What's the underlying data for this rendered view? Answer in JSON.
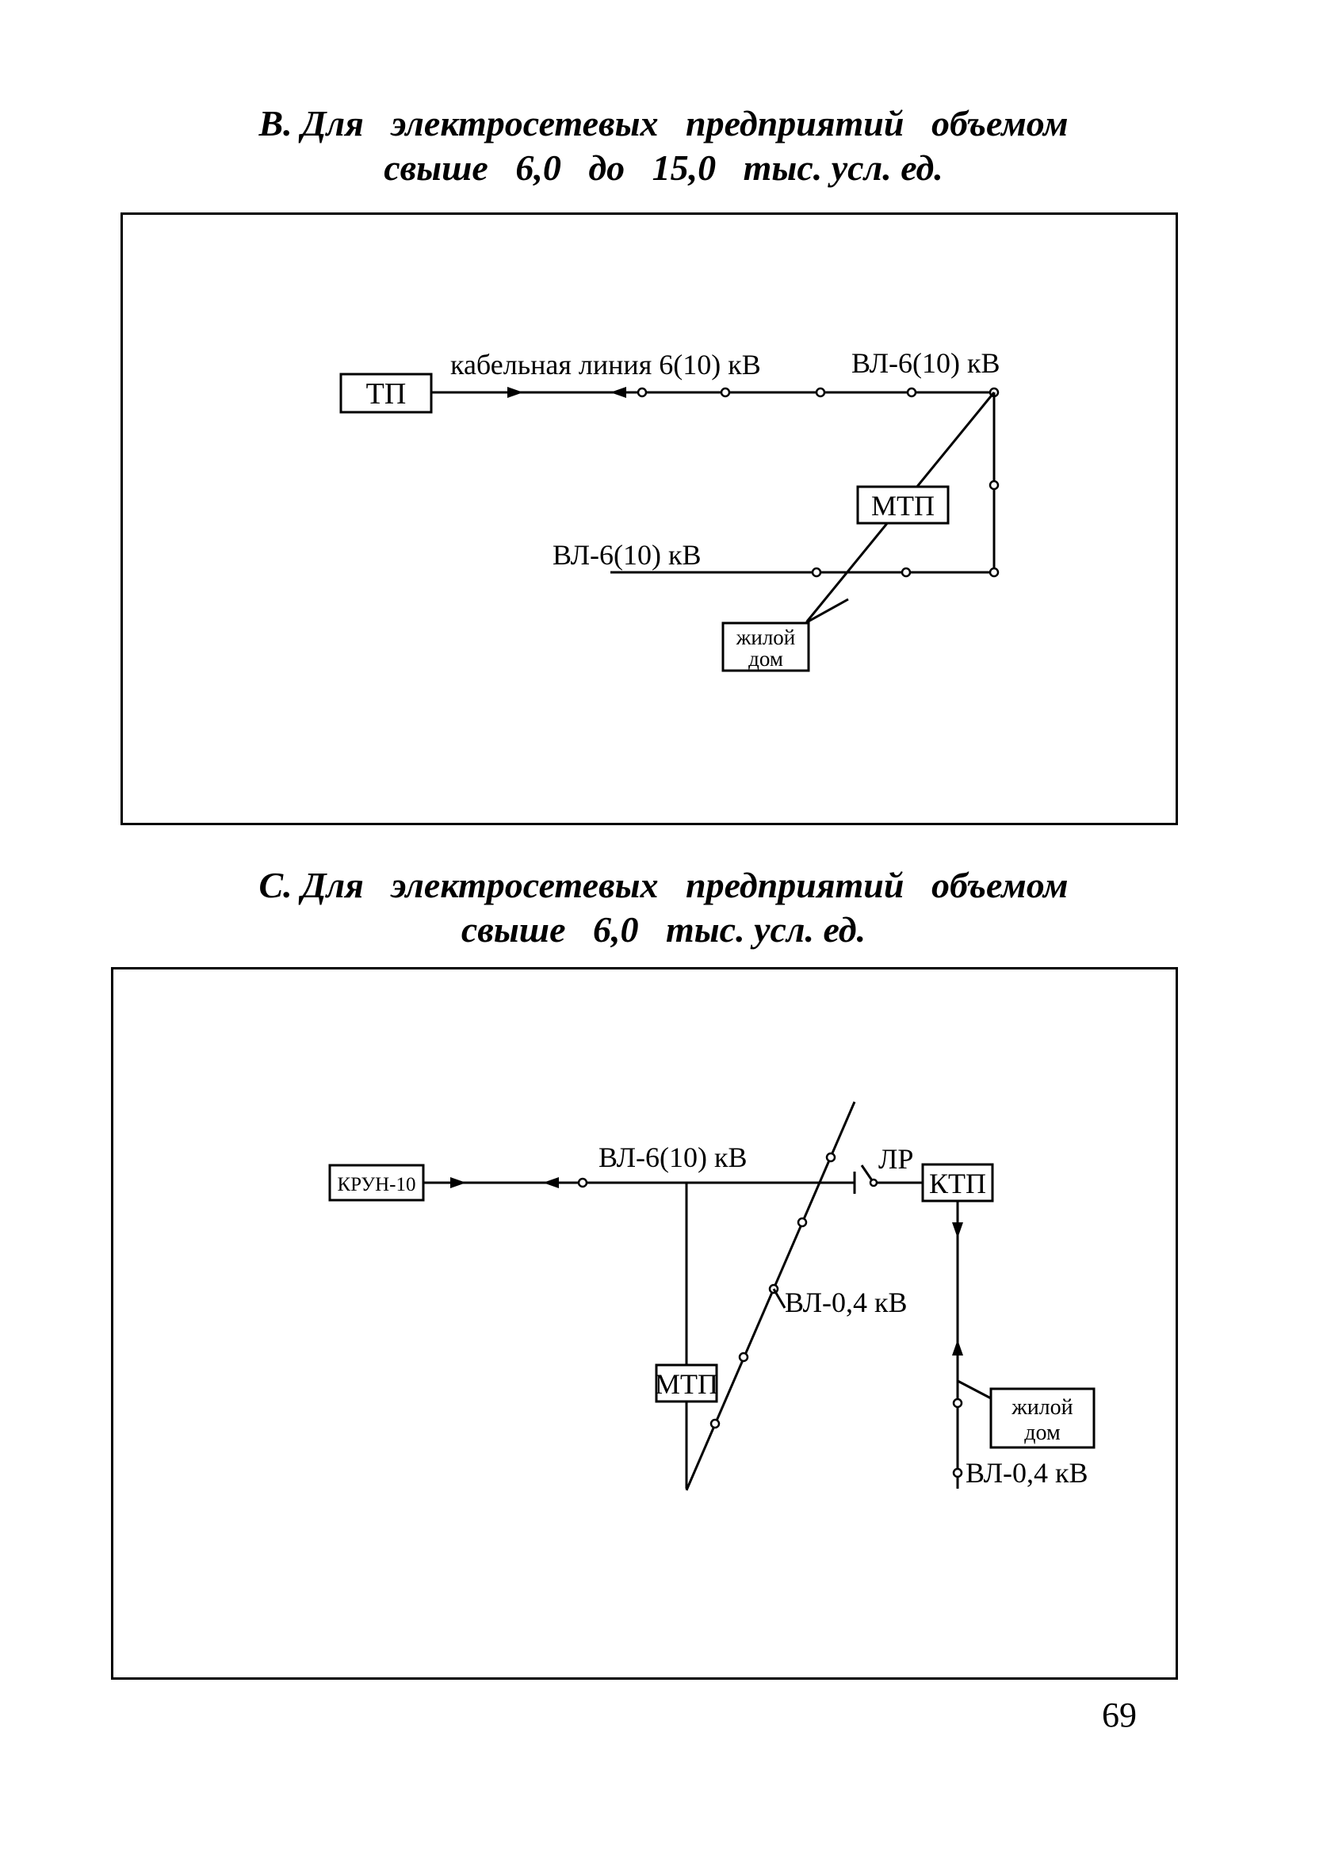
{
  "section_b": {
    "heading_line1": "B. Для   электросетевых   предприятий   объемом",
    "heading_line2": "свыше   6,0   до   15,0   тыс. усл. ед.",
    "labels": {
      "tp": "ТП",
      "cable": "кабельная линия  6(10) кВ",
      "vl_right": "ВЛ-6(10) кВ",
      "mtp": "МТП",
      "vl_bottom": "ВЛ-6(10) кВ",
      "house_line1": "жилой",
      "house_line2": "дом"
    }
  },
  "section_c": {
    "heading_line1": "C. Для   электросетевых   предприятий   объемом",
    "heading_line2": "свыше   6,0   тыс. усл. ед.",
    "labels": {
      "krun": "КРУН-10",
      "vl_top": "ВЛ-6(10) кВ",
      "lr": "ЛР",
      "ktp": "КТП",
      "vl_04_diag": "ВЛ-0,4 кВ",
      "mtp": "МТП",
      "house_line1": "жилой",
      "house_line2": "дом",
      "vl_04_right": "ВЛ-0,4 кВ"
    }
  },
  "page_number": "69"
}
